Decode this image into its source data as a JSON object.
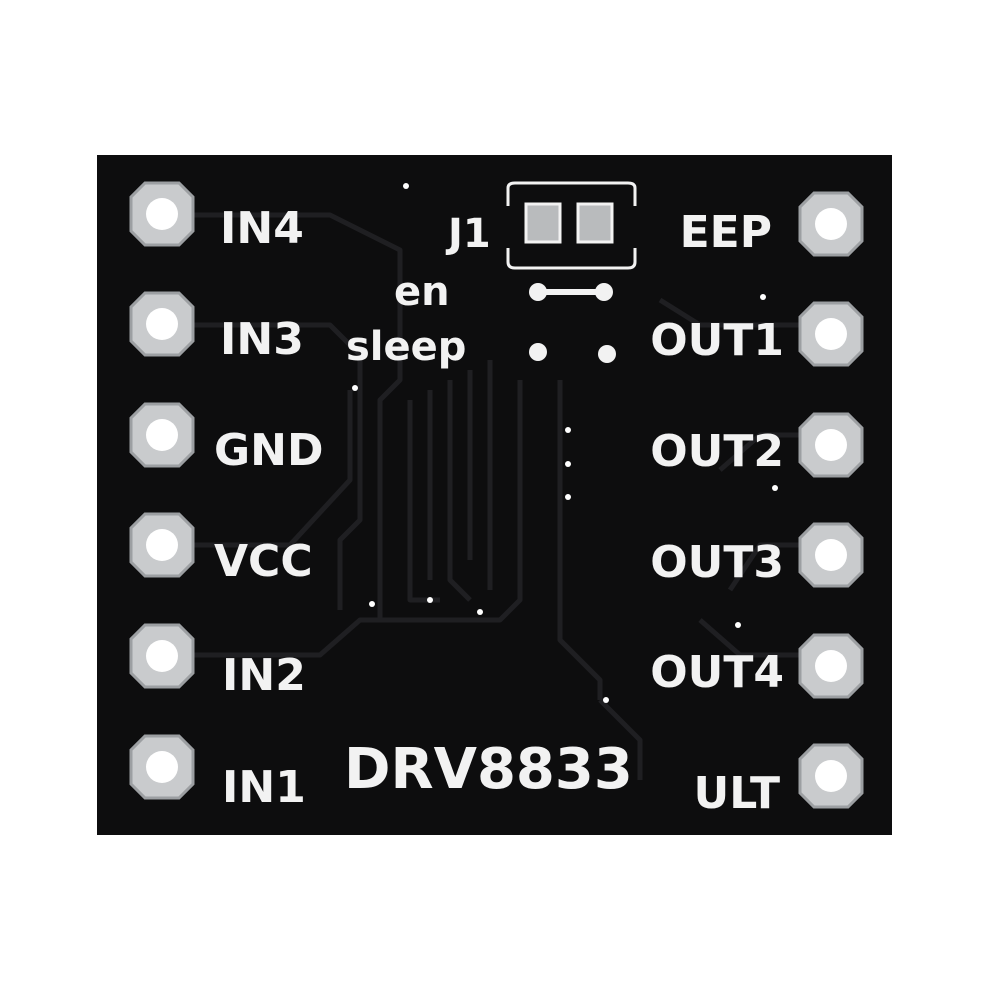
{
  "board": {
    "colors": {
      "background": "#ffffff",
      "pcb": "#0d0d0e",
      "trace": "#1f1f22",
      "silkscreen": "#f2f2f2",
      "pad_metal": "#c9cbcd",
      "pad_edge": "#9c9fa2",
      "hole": "#ffffff"
    },
    "chip_name": "DRV8833",
    "jumper": {
      "label": "J1",
      "option_en": "en",
      "option_sleep": "sleep"
    },
    "left_pins": [
      {
        "label": "IN4"
      },
      {
        "label": "IN3"
      },
      {
        "label": "GND"
      },
      {
        "label": "VCC"
      },
      {
        "label": "IN2"
      },
      {
        "label": "IN1"
      }
    ],
    "right_pins": [
      {
        "label": "EEP"
      },
      {
        "label": "OUT1"
      },
      {
        "label": "OUT2"
      },
      {
        "label": "OUT3"
      },
      {
        "label": "OUT4"
      },
      {
        "label": "ULT"
      }
    ]
  }
}
